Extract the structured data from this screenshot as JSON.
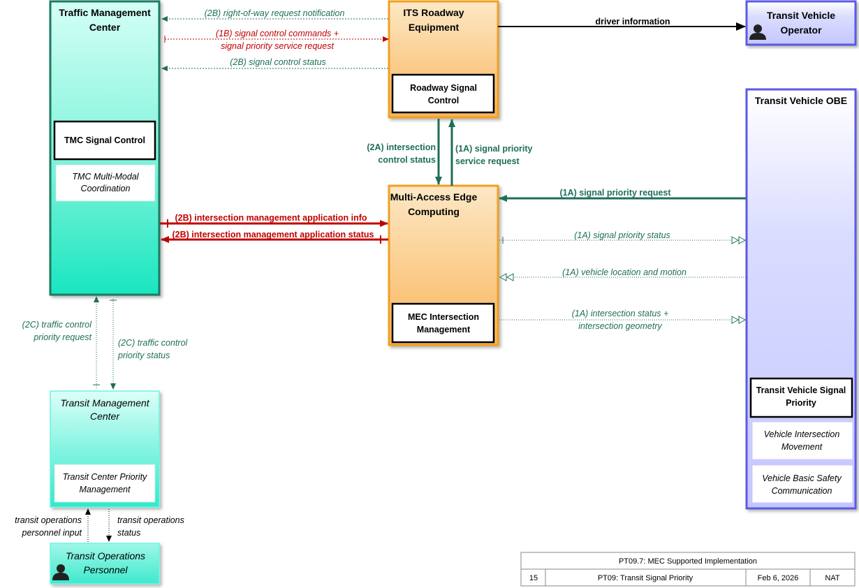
{
  "colors": {
    "green_flow": "#1f6e5a",
    "red_flow": "#c00000",
    "black_flow": "#000000",
    "center_fill": "#19e3bd",
    "center_stroke": "#1a7a62",
    "field_fill": "#f8a743",
    "field_stroke": "#f0a020",
    "vehicle_fill": "#cccfff",
    "vehicle_stroke": "#5a5ae6",
    "transit_center_fill": "#6ff3e0"
  },
  "nodes": {
    "tmc": {
      "title": [
        "Traffic Management",
        "Center"
      ],
      "sub1": "TMC Signal Control",
      "sub2": [
        "TMC Multi-Modal",
        "Coordination"
      ]
    },
    "its": {
      "title": [
        "ITS Roadway",
        "Equipment"
      ],
      "sub1": [
        "Roadway Signal",
        "Control"
      ]
    },
    "tvop": {
      "title": [
        "Transit Vehicle",
        "Operator"
      ],
      "icon": "person-icon"
    },
    "obe": {
      "title": "Transit Vehicle OBE",
      "sub1": [
        "Transit Vehicle Signal",
        "Priority"
      ],
      "sub2": [
        "Vehicle Intersection",
        "Movement"
      ],
      "sub3": [
        "Vehicle Basic Safety",
        "Communication"
      ]
    },
    "mec": {
      "title": [
        "Multi-Access Edge",
        "Computing"
      ],
      "sub1": [
        "MEC Intersection",
        "Management"
      ]
    },
    "tmcenter": {
      "title": [
        "Transit Management",
        "Center"
      ],
      "sub1": [
        "Transit Center Priority",
        "Management"
      ]
    },
    "top": {
      "title": [
        "Transit Operations",
        "Personnel"
      ],
      "icon": "person-icon"
    }
  },
  "flows": {
    "f1": "(2B) right-of-way request notification",
    "f2": [
      "(1B) signal control commands +",
      "signal priority service request"
    ],
    "f3": "(2B) signal control status",
    "f4": "driver information",
    "f5": [
      "(2A) intersection",
      "control status"
    ],
    "f6": [
      "(1A) signal priority",
      "service request"
    ],
    "f7": "(1A) signal priority request",
    "f8": "(2B) intersection management application info",
    "f9": "(2B) intersection management application status",
    "f10": "(1A) signal priority status",
    "f11": "(1A) vehicle location and motion",
    "f12": [
      "(1A) intersection status +",
      "intersection geometry"
    ],
    "f13": [
      "(2C) traffic control",
      "priority request"
    ],
    "f14": [
      "(2C) traffic control",
      "priority status"
    ],
    "f15": [
      "transit operations",
      "personnel input"
    ],
    "f16": [
      "transit operations",
      "status"
    ]
  },
  "title_block": {
    "title": "PT09.7: MEC Supported Implementation",
    "page": "15",
    "name": "PT09: Transit Signal Priority",
    "date": "Feb 6, 2026",
    "region": "NAT"
  }
}
